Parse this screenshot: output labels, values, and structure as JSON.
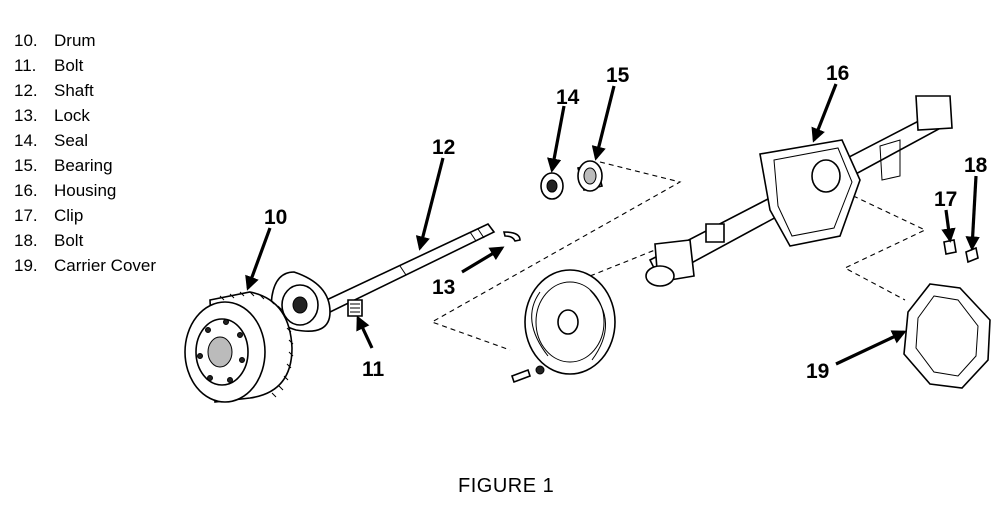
{
  "legend": [
    {
      "number": "10.",
      "label": "Drum"
    },
    {
      "number": "11.",
      "label": "Bolt"
    },
    {
      "number": "12.",
      "label": "Shaft"
    },
    {
      "number": "13.",
      "label": "Lock"
    },
    {
      "number": "14.",
      "label": "Seal"
    },
    {
      "number": "15.",
      "label": "Bearing"
    },
    {
      "number": "16.",
      "label": "Housing"
    },
    {
      "number": "17.",
      "label": "Clip"
    },
    {
      "number": "18.",
      "label": "Bolt"
    },
    {
      "number": "19.",
      "label": "Carrier Cover"
    }
  ],
  "callouts": {
    "c10": "10",
    "c11": "11",
    "c12": "12",
    "c13": "13",
    "c14": "14",
    "c15": "15",
    "c16": "16",
    "c17": "17",
    "c18": "18",
    "c19": "19"
  },
  "caption": "FIGURE 1"
}
